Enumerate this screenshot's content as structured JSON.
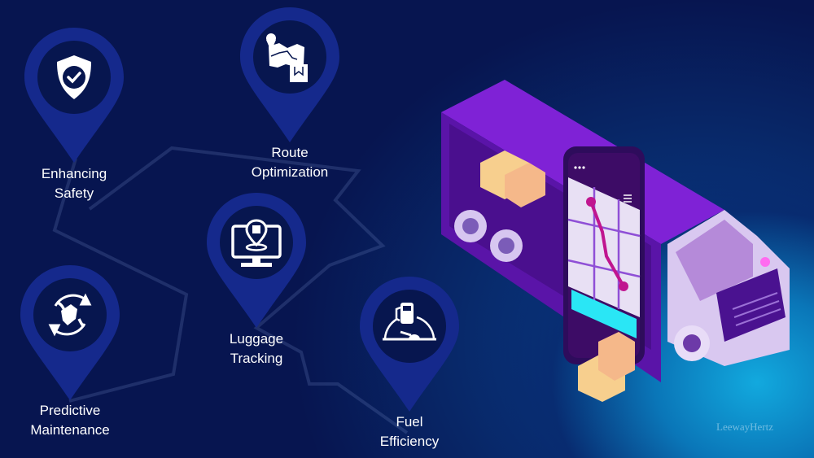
{
  "features": [
    {
      "id": "safety",
      "line1": "Enhancing",
      "line2": "Safety",
      "icon": "shield-check-icon"
    },
    {
      "id": "route",
      "line1": "Route",
      "line2": "Optimization",
      "icon": "map-route-icon"
    },
    {
      "id": "luggage",
      "line1": "Luggage",
      "line2": "Tracking",
      "icon": "monitor-location-icon"
    },
    {
      "id": "maintenance",
      "line1": "Predictive",
      "line2": "Maintenance",
      "icon": "maintenance-cycle-icon"
    },
    {
      "id": "fuel",
      "line1": "Fuel",
      "line2": "Efficiency",
      "icon": "fuel-gauge-icon"
    }
  ],
  "watermark": "LeewayHertz",
  "colors": {
    "background": "#071550",
    "pin": "#15298c",
    "pin_inner": "#07164f",
    "truck": "#7b1fc9",
    "screen_button": "#2ae6f5",
    "route": "#c0158f"
  }
}
